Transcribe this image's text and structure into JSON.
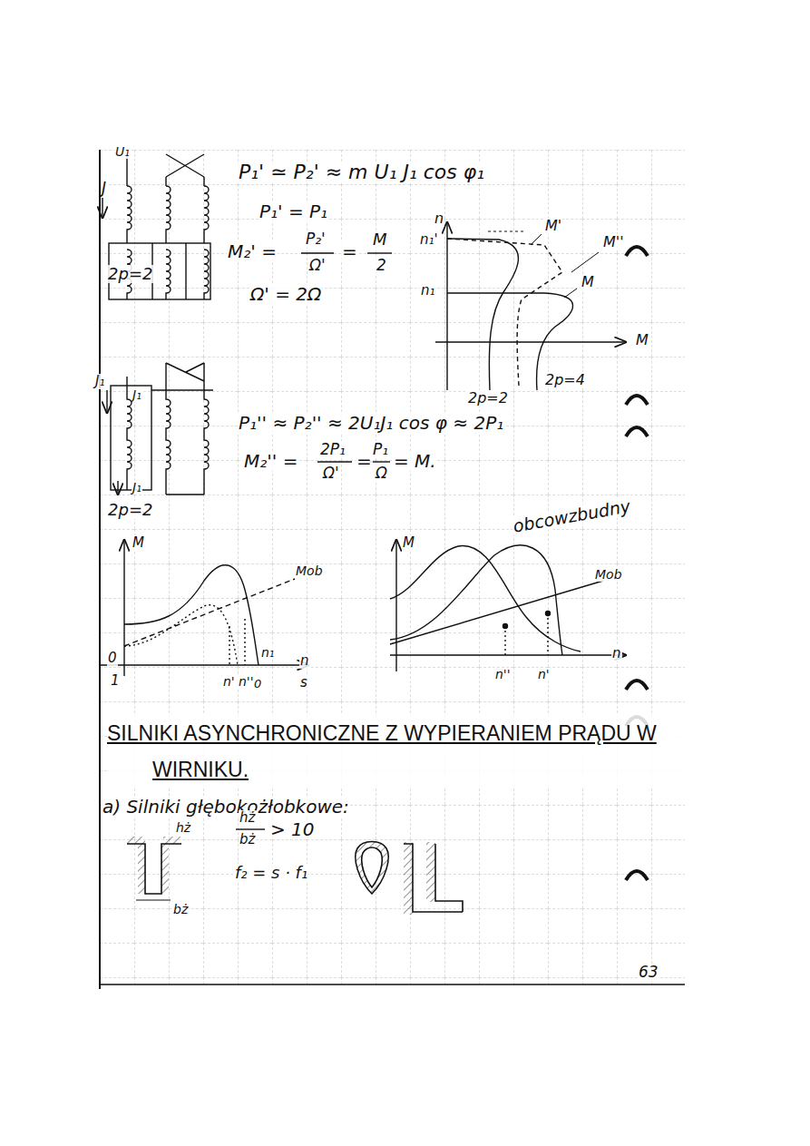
{
  "diagram": {
    "title": "SILNIKI ASYNCHRONICZNE Z WYPIERANIEM PRĄDU W WIRNIKU.",
    "labels": [
      "U₁",
      "J",
      "2p=2",
      "P₁' ≃ P₂' ≈ m U₁ J₁ cos φ₁",
      "P₁' = P₁",
      "M₂' =",
      "P₂'",
      "Ω'",
      "=",
      "M",
      "2",
      "Ω' = 2Ω",
      "n",
      "n₁'",
      "n₁",
      "M'",
      "M''",
      "M",
      "M",
      "2p=2",
      "2p=4",
      "J₁",
      "J₁",
      "J₁",
      "2p=2",
      "P₁'' ≈ P₂'' ≈ 2U₁J₁ cos φ ≈ 2P₁",
      "M₂'' =",
      "2P₁",
      "Ω'",
      "=",
      "P₁",
      "Ω",
      "= M.",
      "obcowzbudny",
      "M",
      "Mob",
      "0",
      "1",
      "n'",
      "n''",
      "0",
      "n₁",
      "n",
      "s",
      "M",
      "Mob",
      "n''",
      "n'",
      "n",
      "a) Silniki głębokożłobkowe:",
      "hż",
      "bż",
      "hż",
      "bż",
      "> 10",
      "f₂ = s · f₁",
      "63"
    ]
  }
}
